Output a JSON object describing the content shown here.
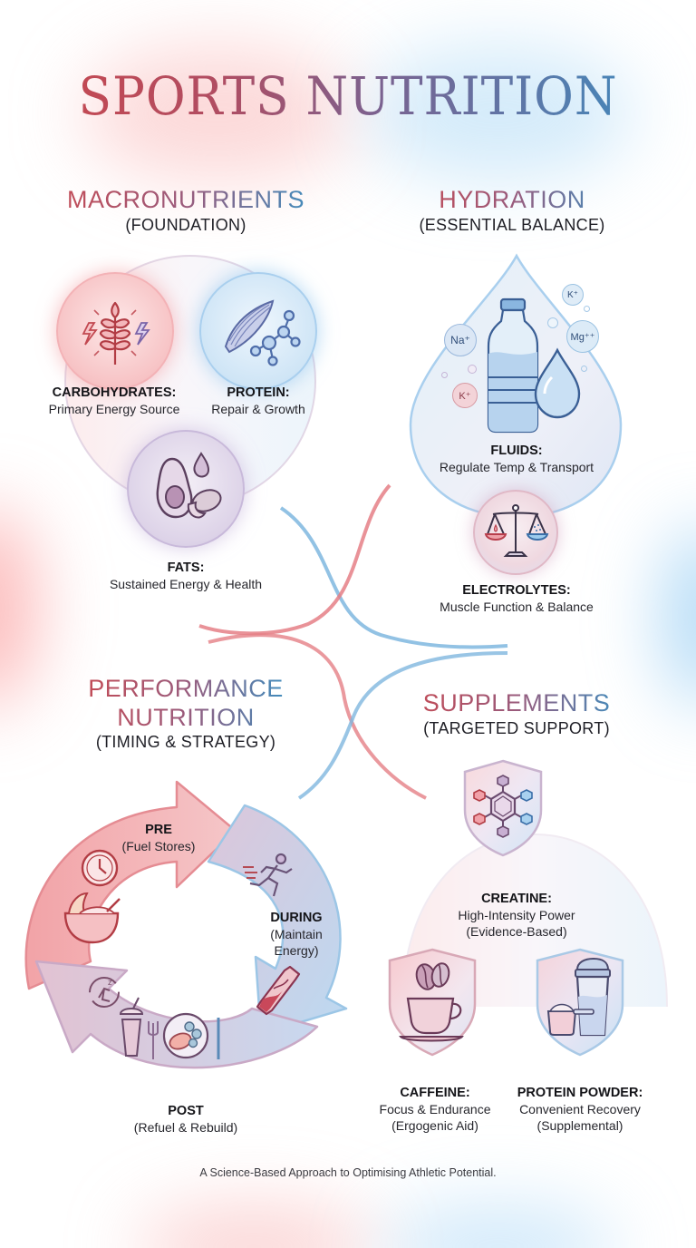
{
  "title": "SPORTS NUTRITION",
  "colors": {
    "accent_red": "#d2545b",
    "accent_purple": "#8a6a98",
    "accent_blue": "#4a97c9"
  },
  "sections": {
    "macronutrients": {
      "title": "MACRONUTRIENTS",
      "subtitle": "(FOUNDATION)",
      "items": [
        {
          "heading": "CARBOHYDRATES:",
          "desc": "Primary Energy Source",
          "icon": "wheat-icon"
        },
        {
          "heading": "PROTEIN:",
          "desc": "Repair & Growth",
          "icon": "muscle-molecule-icon"
        },
        {
          "heading": "FATS:",
          "desc": "Sustained Energy & Health",
          "icon": "avocado-nuts-icon"
        }
      ]
    },
    "hydration": {
      "title": "HYDRATION",
      "subtitle": "(ESSENTIAL BALANCE)",
      "ions": [
        "Na⁺",
        "K⁺",
        "Mg⁺⁺",
        "K⁺"
      ],
      "items": [
        {
          "heading": "FLUIDS:",
          "desc": "Regulate Temp & Transport",
          "icon": "water-bottle-icon"
        },
        {
          "heading": "ELECTROLYTES:",
          "desc": "Muscle Function & Balance",
          "icon": "balance-scale-icon"
        }
      ]
    },
    "performance": {
      "title_line1": "PERFORMANCE",
      "title_line2": "NUTRITION",
      "subtitle": "(TIMING & STRATEGY)",
      "phases": [
        {
          "heading": "PRE",
          "desc": "(Fuel Stores)",
          "icon": "clock-bowl-icon"
        },
        {
          "heading": "DURING",
          "desc_line1": "(Maintain",
          "desc_line2": "Energy)",
          "icon": "runner-gel-icon"
        },
        {
          "heading": "POST",
          "desc": "(Refuel & Rebuild)",
          "icon": "meal-recovery-icon"
        }
      ]
    },
    "supplements": {
      "title": "SUPPLEMENTS",
      "subtitle": "(TARGETED SUPPORT)",
      "items": [
        {
          "heading": "CREATINE:",
          "desc_line1": "High-Intensity Power",
          "desc_line2": "(Evidence-Based)",
          "icon": "molecule-shield-icon"
        },
        {
          "heading": "CAFFEINE:",
          "desc_line1": "Focus & Endurance",
          "desc_line2": "(Ergogenic Aid)",
          "icon": "coffee-cup-icon"
        },
        {
          "heading": "PROTEIN POWDER:",
          "desc_line1": "Convenient Recovery",
          "desc_line2": "(Supplemental)",
          "icon": "shaker-scoop-icon"
        }
      ]
    }
  },
  "footer": "A Science-Based Approach to Optimising Athletic Potential."
}
